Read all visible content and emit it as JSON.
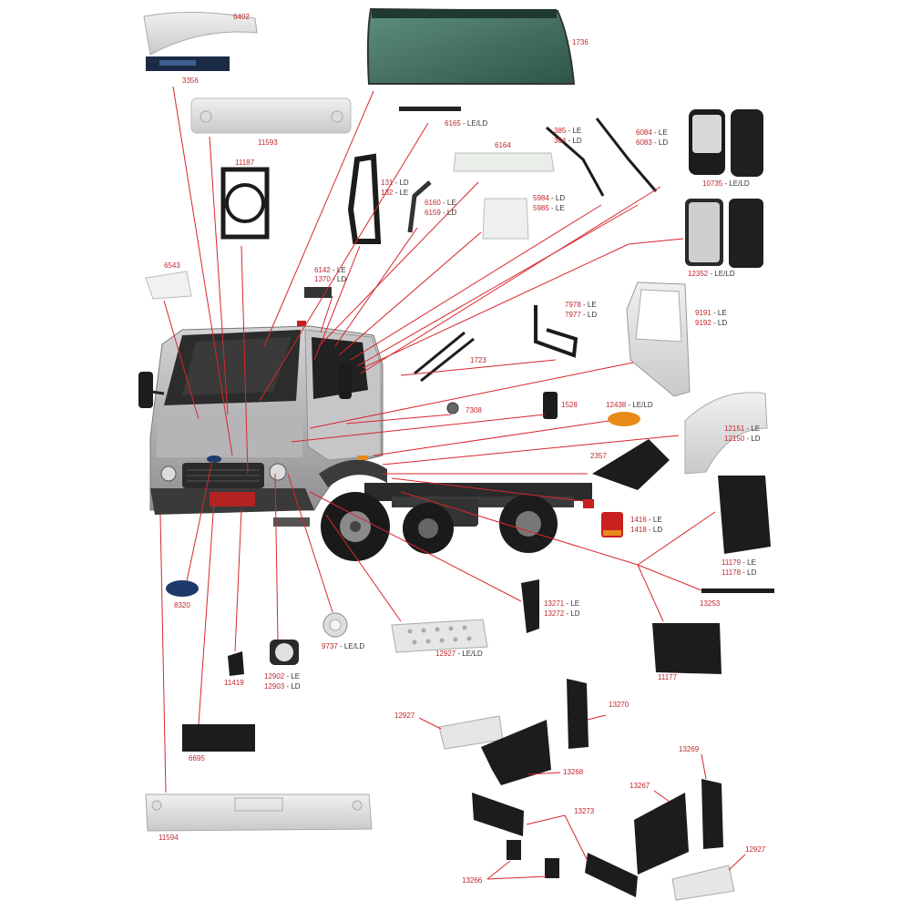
{
  "colors": {
    "leader": "#d9262c",
    "label_number": "#c0262d",
    "label_suffix": "#333333",
    "truck_body": "#b8b8ba",
    "truck_dark": "#2a2a2a",
    "windshield": "#3d6b5c",
    "part_gray": "#e2e2e2",
    "part_black": "#1c1c1c",
    "lamp_orange": "#e88a1a",
    "lamp_red": "#c8201f"
  },
  "parts": [
    {
      "code": "6402",
      "suffix": "",
      "icon": "sun-visor-icon"
    },
    {
      "code": "3356",
      "suffix": "",
      "icon": "windshield-strip-icon"
    },
    {
      "code": "1736",
      "suffix": "",
      "icon": "windshield-icon"
    },
    {
      "code": "11593",
      "suffix": "",
      "icon": "front-grille-panel-icon"
    },
    {
      "code": "6165",
      "suffix": " - LE/LD",
      "icon": "wiper-blade-icon"
    },
    {
      "code": "385",
      "suffix": " - LE",
      "icon": "door-seal-icon"
    },
    {
      "code": "384",
      "suffix": " - LD",
      "icon": "door-seal-icon"
    },
    {
      "code": "6084",
      "suffix": " - LE",
      "icon": "mirror-icon"
    },
    {
      "code": "6083",
      "suffix": " - LD",
      "icon": "mirror-icon"
    },
    {
      "code": "10735",
      "suffix": " - LE/LD",
      "icon": "mirror-icon"
    },
    {
      "code": "6164",
      "suffix": "",
      "icon": "glass-panel-icon"
    },
    {
      "code": "11187",
      "suffix": "",
      "icon": "radiator-shroud-icon"
    },
    {
      "code": "131",
      "suffix": " - LD",
      "icon": "door-frame-icon"
    },
    {
      "code": "132",
      "suffix": " - LE",
      "icon": "door-frame-icon"
    },
    {
      "code": "6160",
      "suffix": " - LE",
      "icon": "window-channel-icon"
    },
    {
      "code": "6159",
      "suffix": " - LD",
      "icon": "window-channel-icon"
    },
    {
      "code": "5984",
      "suffix": " - LD",
      "icon": "door-glass-icon"
    },
    {
      "code": "5985",
      "suffix": " - LE",
      "icon": "door-glass-icon"
    },
    {
      "code": "12352",
      "suffix": " - LE/LD",
      "icon": "mirror-icon"
    },
    {
      "code": "6543",
      "suffix": "",
      "icon": "reservoir-icon"
    },
    {
      "code": "6142",
      "suffix": " - LE",
      "icon": "cab-light-icon"
    },
    {
      "code": "1370",
      "suffix": " - LD",
      "icon": "cab-light-icon"
    },
    {
      "code": "7978",
      "suffix": " - LE",
      "icon": "mirror-bracket-icon"
    },
    {
      "code": "7977",
      "suffix": " - LD",
      "icon": "mirror-bracket-icon"
    },
    {
      "code": "9191",
      "suffix": " - LE",
      "icon": "door-icon"
    },
    {
      "code": "9192",
      "suffix": " - LD",
      "icon": "door-icon"
    },
    {
      "code": "1723",
      "suffix": "",
      "icon": "wiper-arm-icon"
    },
    {
      "code": "7308",
      "suffix": "",
      "icon": "emblem-icon"
    },
    {
      "code": "1528",
      "suffix": "",
      "icon": "handle-icon"
    },
    {
      "code": "12438",
      "suffix": " - LE/LD",
      "icon": "side-marker-lamp-icon"
    },
    {
      "code": "12151",
      "suffix": " - LE",
      "icon": "fender-icon"
    },
    {
      "code": "12150",
      "suffix": " - LD",
      "icon": "fender-icon"
    },
    {
      "code": "2357",
      "suffix": "",
      "icon": "step-housing-icon"
    },
    {
      "code": "1416",
      "suffix": " - LE",
      "icon": "tail-lamp-icon"
    },
    {
      "code": "1418",
      "suffix": " - LD",
      "icon": "tail-lamp-icon"
    },
    {
      "code": "11179",
      "suffix": " - LE",
      "icon": "mud-flap-icon"
    },
    {
      "code": "11178",
      "suffix": " - LD",
      "icon": "mud-flap-icon"
    },
    {
      "code": "13253",
      "suffix": "",
      "icon": "rubber-strip-icon"
    },
    {
      "code": "8320",
      "suffix": "",
      "icon": "ford-badge-icon"
    },
    {
      "code": "13271",
      "suffix": " - LE",
      "icon": "bracket-icon"
    },
    {
      "code": "13272",
      "suffix": " - LD",
      "icon": "bracket-icon"
    },
    {
      "code": "9737",
      "suffix": " - LE/LD",
      "icon": "fog-lamp-icon"
    },
    {
      "code": "12927",
      "suffix": " - LE/LD",
      "icon": "step-plate-icon"
    },
    {
      "code": "11177",
      "suffix": "",
      "icon": "mud-flap-icon"
    },
    {
      "code": "11419",
      "suffix": "",
      "icon": "cap-icon"
    },
    {
      "code": "12902",
      "suffix": " - LE",
      "icon": "headlamp-icon"
    },
    {
      "code": "12903",
      "suffix": " - LD",
      "icon": "headlamp-icon"
    },
    {
      "code": "6695",
      "suffix": "",
      "icon": "plate-holder-icon"
    },
    {
      "code": "12927",
      "suffix": "",
      "icon": "step-plate-icon"
    },
    {
      "code": "13270",
      "suffix": "",
      "icon": "step-bracket-icon"
    },
    {
      "code": "13268",
      "suffix": "",
      "icon": "step-bracket-icon"
    },
    {
      "code": "13269",
      "suffix": "",
      "icon": "step-bracket-icon"
    },
    {
      "code": "13267",
      "suffix": "",
      "icon": "step-bracket-icon"
    },
    {
      "code": "13273",
      "suffix": "",
      "icon": "step-bracket-icon"
    },
    {
      "code": "12927",
      "suffix": "",
      "icon": "step-plate-icon"
    },
    {
      "code": "13266",
      "suffix": "",
      "icon": "step-bracket-icon"
    },
    {
      "code": "11594",
      "suffix": "",
      "icon": "front-bumper-icon"
    }
  ]
}
